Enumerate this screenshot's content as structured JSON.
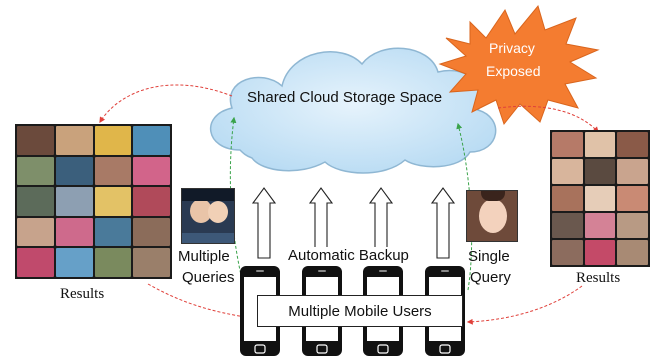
{
  "cloud": {
    "label": "Shared Cloud Storage Space"
  },
  "privacy": {
    "line1": "Privacy",
    "line2": "Exposed",
    "fill_color": "#f47c30"
  },
  "backup": {
    "label": "Automatic Backup"
  },
  "users": {
    "label": "Multiple Mobile Users"
  },
  "queries": {
    "multiple_line1": "Multiple",
    "multiple_line2": "Queries",
    "single_line1": "Single",
    "single_line2": "Query"
  },
  "results": {
    "left_label": "Results",
    "right_label": "Results"
  },
  "colors": {
    "cloud_fill": "#c8e4f6",
    "cloud_stroke": "#8fb7d3",
    "red_arrow": "#e0403a",
    "green_arrow": "#3aa34a"
  }
}
